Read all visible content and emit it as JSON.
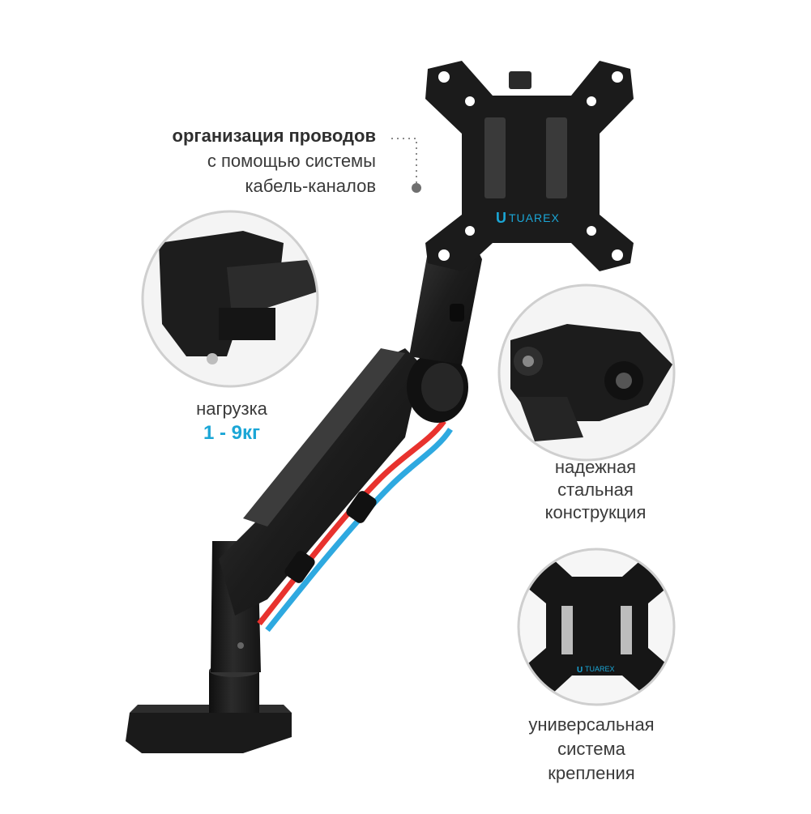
{
  "captions": {
    "cable": {
      "bold": "организация проводов",
      "line1": "с помощью системы",
      "line2": "кабель-каналов"
    },
    "load": {
      "label": "нагрузка",
      "value": "1 - 9кг"
    },
    "steel": {
      "line1": "надежная",
      "line2": "стальная",
      "line3": "конструкция"
    },
    "vesa": {
      "line1": "универсальная",
      "line2": "система",
      "line3": "крепления"
    }
  },
  "brand": {
    "name": "TUAREX",
    "letter": "U"
  },
  "colors": {
    "accent": "#1ba6d6",
    "product": "#1c1c1c",
    "cable_red": "#e8322e",
    "cable_blue": "#2ea9e0"
  }
}
